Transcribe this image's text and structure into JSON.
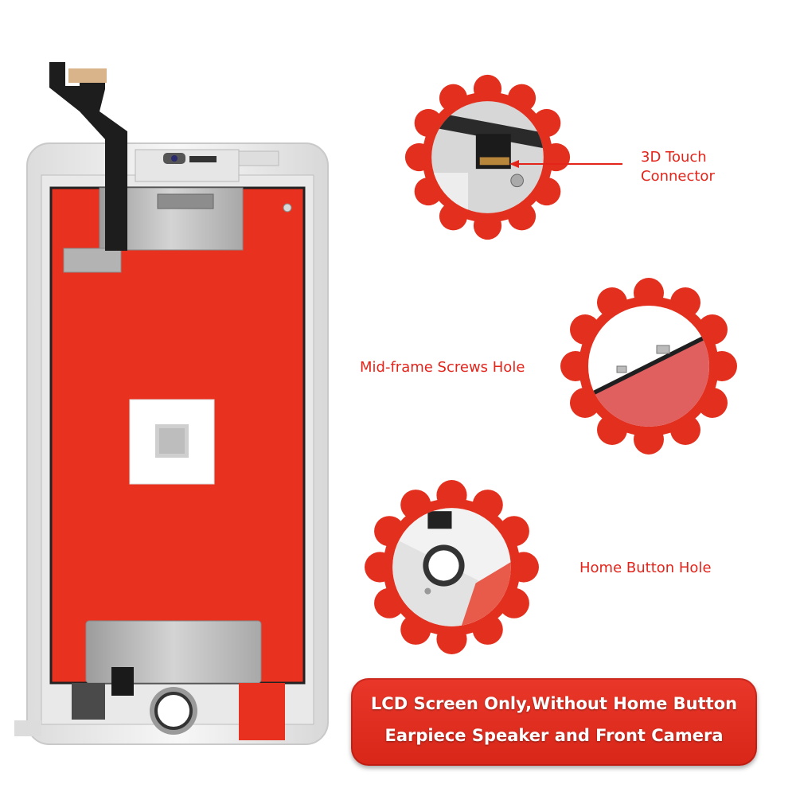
{
  "callouts": {
    "connector": {
      "line1": "3D Touch",
      "line2": "Connector"
    },
    "screws": {
      "label": "Mid-frame Screws Hole"
    },
    "home": {
      "label": "Home Button Hole"
    }
  },
  "banner": {
    "line1": "LCD Screen Only,Without Home Button",
    "line2": "Earpiece Speaker and Front Camera"
  },
  "colors": {
    "accent_red": "#e3241b",
    "panel_red": "#e8321f",
    "frame_white": "#f2f2f2"
  },
  "icons": [
    "lcd-assembly-illustration",
    "gear-badge-zoom",
    "arrow-line"
  ]
}
